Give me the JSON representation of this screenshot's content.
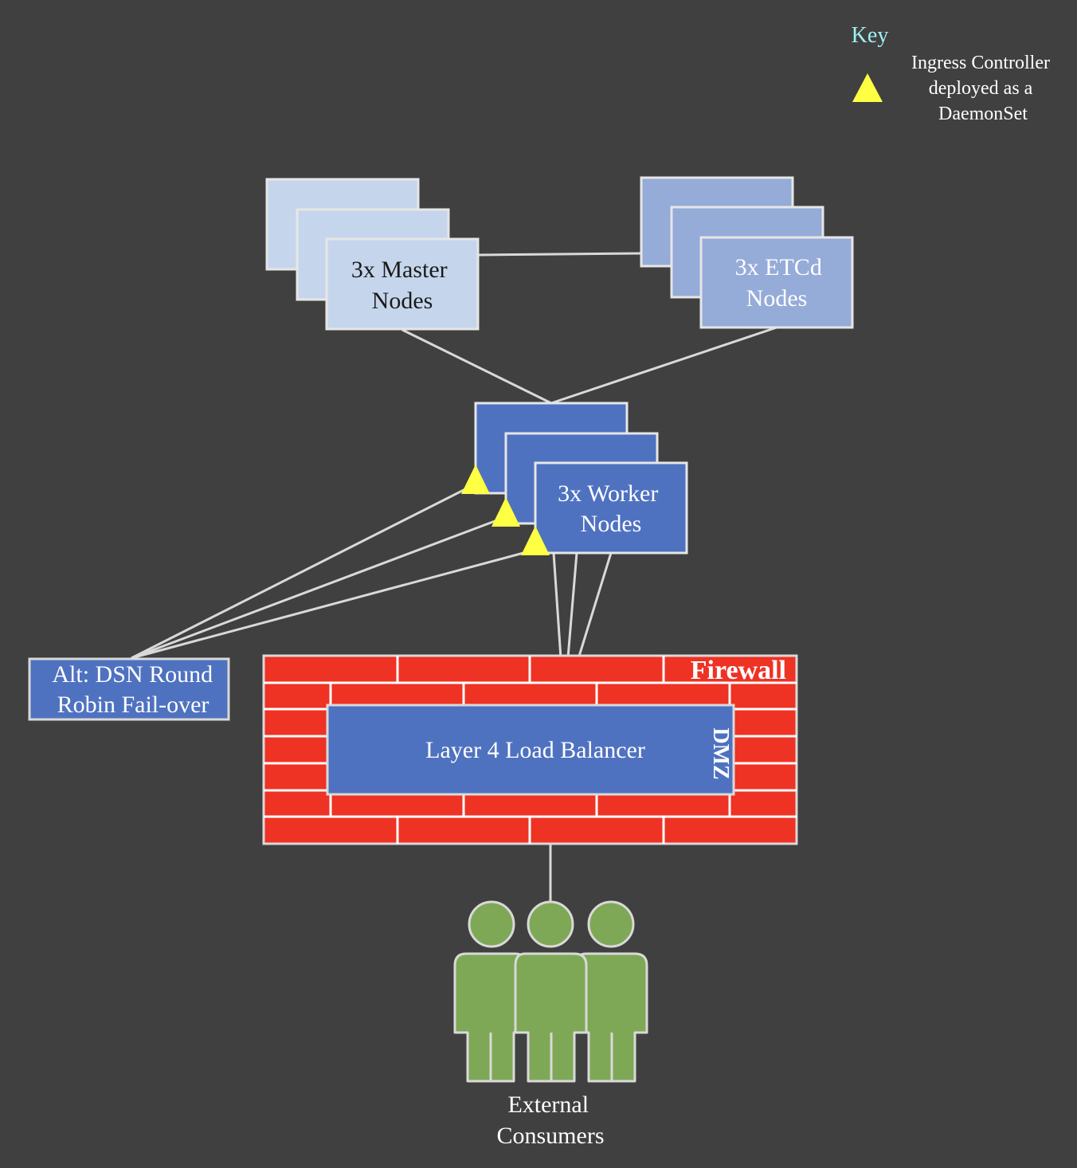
{
  "key": {
    "title": "Key",
    "legend_line1": "Ingress Controller",
    "legend_line2": "deployed as a",
    "legend_line3": "DaemonSet",
    "marker_icon": "yellow-triangle-icon"
  },
  "master_nodes": {
    "line1": "3x Master",
    "line2": "Nodes"
  },
  "etcd_nodes": {
    "line1": "3x ETCd",
    "line2": "Nodes"
  },
  "worker_nodes": {
    "line1": "3x Worker",
    "line2": "Nodes"
  },
  "dns_failover": {
    "line1": "Alt: DSN Round",
    "line2": "Robin Fail-over"
  },
  "firewall": {
    "label": "Firewall",
    "dmz_label": "DMZ"
  },
  "load_balancer": {
    "label": "Layer 4 Load Balancer"
  },
  "consumers": {
    "line1": "External",
    "line2": "Consumers",
    "icon": "people-group-icon"
  },
  "colors": {
    "background": "#404040",
    "master_fill": "#c5d6ec",
    "etcd_fill": "#95abd8",
    "worker_fill": "#4f72c0",
    "firewall_fill": "#ee3224",
    "consumer_fill": "#7ea856",
    "triangle_fill": "#ffff44",
    "key_title": "#9ff0f0",
    "connector": "#d9d9d9"
  }
}
